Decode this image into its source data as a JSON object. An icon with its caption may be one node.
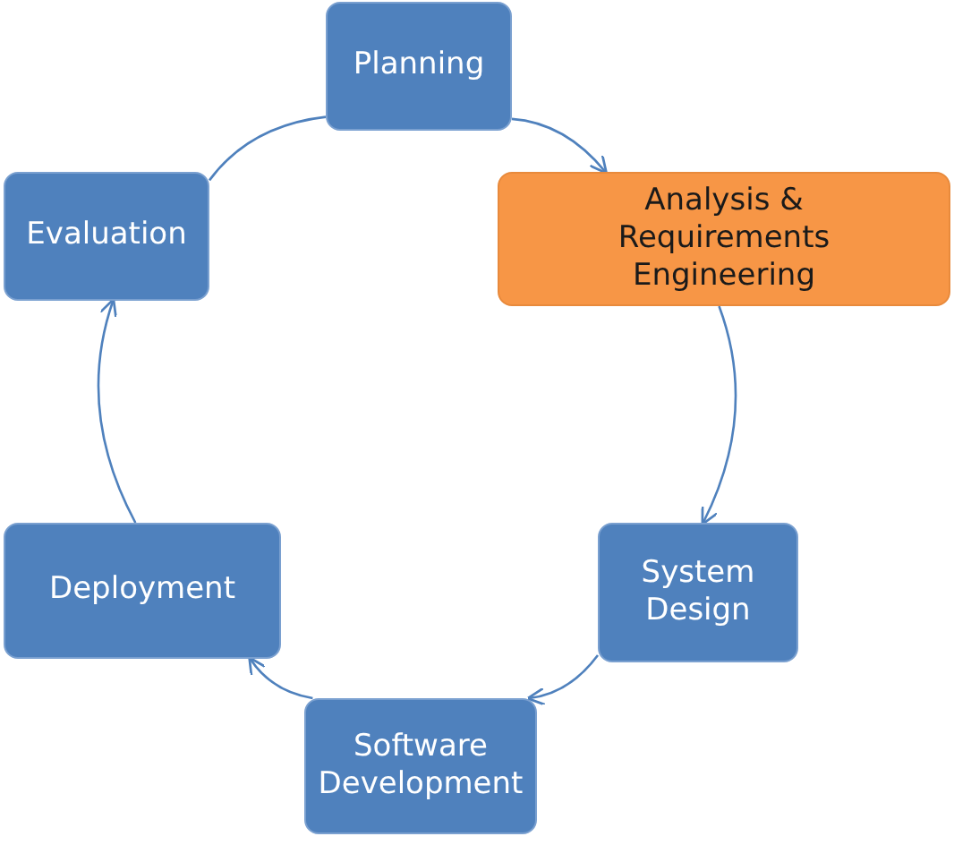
{
  "diagram": {
    "nodes": [
      {
        "text": [
          "Planning"
        ]
      },
      {
        "text": [
          "Analysis & Requirements Engineering"
        ]
      },
      {
        "text": [
          "System Design"
        ]
      },
      {
        "text": [
          "Software Development"
        ]
      },
      {
        "text": [
          "Deployment"
        ]
      },
      {
        "text": [
          "Evaluation"
        ]
      }
    ],
    "edges": [
      {
        "from": 0,
        "to": 1,
        "arrow": "to"
      },
      {
        "from": 1,
        "to": 2,
        "arrow": "to"
      },
      {
        "from": 2,
        "to": 3,
        "arrow": "to"
      },
      {
        "from": 3,
        "to": 4,
        "arrow": "to"
      },
      {
        "from": 4,
        "to": 5,
        "arrow": "to"
      },
      {
        "from": 5,
        "to": 0,
        "arrow": "none"
      }
    ]
  }
}
